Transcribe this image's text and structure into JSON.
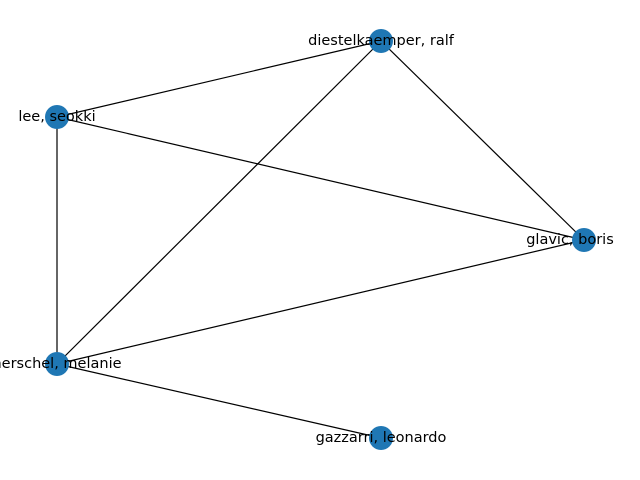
{
  "graph": {
    "node_color": "#1f77b4",
    "edge_color": "#000000",
    "nodes": [
      {
        "id": "diestelkaemper",
        "label": "diestelkaemper, ralf"
      },
      {
        "id": "lee",
        "label": "lee, seokki"
      },
      {
        "id": "glavic",
        "label": "glavic, boris"
      },
      {
        "id": "herschel",
        "label": "herschel, melanie"
      },
      {
        "id": "gazzarri",
        "label": "gazzarri, leonardo"
      }
    ],
    "edges": [
      {
        "source": "diestelkaemper",
        "target": "lee"
      },
      {
        "source": "diestelkaemper",
        "target": "glavic"
      },
      {
        "source": "diestelkaemper",
        "target": "herschel"
      },
      {
        "source": "lee",
        "target": "glavic"
      },
      {
        "source": "lee",
        "target": "herschel"
      },
      {
        "source": "glavic",
        "target": "herschel"
      },
      {
        "source": "herschel",
        "target": "gazzarri"
      }
    ]
  }
}
